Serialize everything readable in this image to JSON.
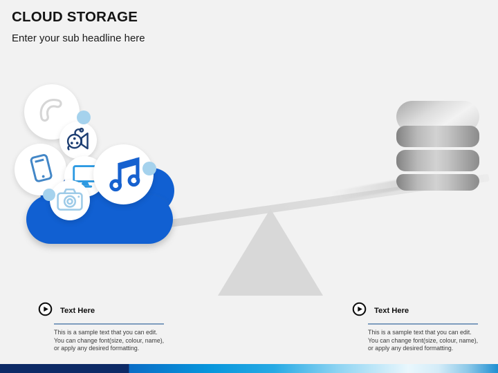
{
  "slide": {
    "title": "CLOUD STORAGE",
    "subtitle": "Enter your sub headline here"
  },
  "seesaw": {
    "cloud_icons": [
      "phone-icon",
      "movie-camera-icon",
      "smartphone-icon",
      "monitor-icon",
      "music-note-icon",
      "camera-icon"
    ],
    "right_object": "database-stack"
  },
  "text_blocks": [
    {
      "label": "Text Here",
      "lines": [
        "This is a sample text that you can edit.",
        "You can change font(size, colour, name),",
        "or apply any desired formatting."
      ]
    },
    {
      "label": "Text Here",
      "lines": [
        "This is a sample text that you can edit.",
        "You can change font(size, colour, name),",
        "or apply any desired formatting."
      ]
    }
  ],
  "colors": {
    "background": "#f2f2f2",
    "cloud_blue": "#1160d2",
    "accent_dot_blue": "#a5d2ed",
    "divider_blue": "#7d9cbd",
    "bar_navy": "#0d2a66",
    "bar_bright_blue": "#0896dc",
    "database_gray": "#b9b9b9",
    "fulcrum_gray": "#d8d8d8"
  }
}
